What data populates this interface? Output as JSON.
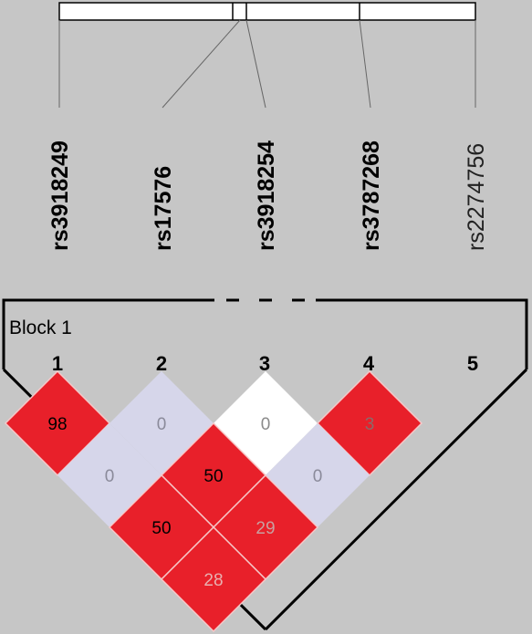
{
  "snps": [
    {
      "index": "1",
      "name": "rs3918249",
      "bold": true
    },
    {
      "index": "2",
      "name": "rs17576",
      "bold": true
    },
    {
      "index": "3",
      "name": "rs3918254",
      "bold": true
    },
    {
      "index": "4",
      "name": "rs3787268",
      "bold": true
    },
    {
      "index": "5",
      "name": "rs2274756",
      "bold": false
    }
  ],
  "block_label": "Block 1",
  "ld_cells": [
    {
      "pair": [
        1,
        2
      ],
      "value": "98",
      "color": "#e8202a",
      "text_color": "#000000"
    },
    {
      "pair": [
        2,
        3
      ],
      "value": "0",
      "color": "#d6d6ea",
      "text_color": "#8a8a9a"
    },
    {
      "pair": [
        3,
        4
      ],
      "value": "0",
      "color": "#ffffff",
      "text_color": "#8a8a8a"
    },
    {
      "pair": [
        4,
        5
      ],
      "value": "3",
      "color": "#e8202a",
      "text_color": "#8a6a6a"
    },
    {
      "pair": [
        1,
        3
      ],
      "value": "0",
      "color": "#d6d6ea",
      "text_color": "#8a8a9a"
    },
    {
      "pair": [
        2,
        4
      ],
      "value": "50",
      "color": "#e8202a",
      "text_color": "#000000"
    },
    {
      "pair": [
        3,
        5
      ],
      "value": "0",
      "color": "#d6d6ea",
      "text_color": "#8a8a9a"
    },
    {
      "pair": [
        1,
        4
      ],
      "value": "50",
      "color": "#e8202a",
      "text_color": "#000000"
    },
    {
      "pair": [
        2,
        5
      ],
      "value": "29",
      "color": "#e8202a",
      "text_color": "#c8a0a0"
    },
    {
      "pair": [
        1,
        5
      ],
      "value": "28",
      "color": "#e8202a",
      "text_color": "#e8b0b0"
    }
  ]
}
